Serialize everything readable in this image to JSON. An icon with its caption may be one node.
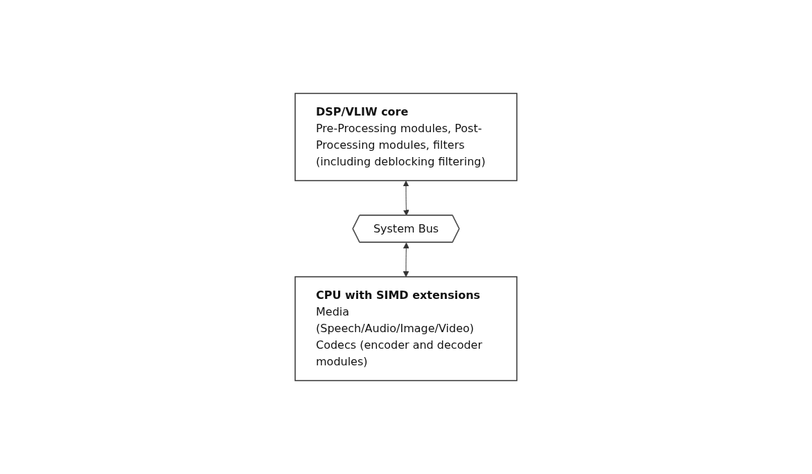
{
  "diagram": {
    "nodes": [
      {
        "text": [
          "DSP/VLIW core",
          "Pre-Processing modules, Post-Processing modules, filters (including deblocking filtering)"
        ]
      },
      {
        "text": [
          "System Bus"
        ]
      },
      {
        "text": [
          "CPU with SIMD extensions",
          "Media (Speech/Audio/Image/Video) Codecs (encoder and decoder modules)"
        ]
      }
    ],
    "edges": [
      {
        "from": 0,
        "to": 1,
        "arrow": "both"
      },
      {
        "from": 1,
        "to": 2,
        "arrow": "both"
      }
    ]
  }
}
